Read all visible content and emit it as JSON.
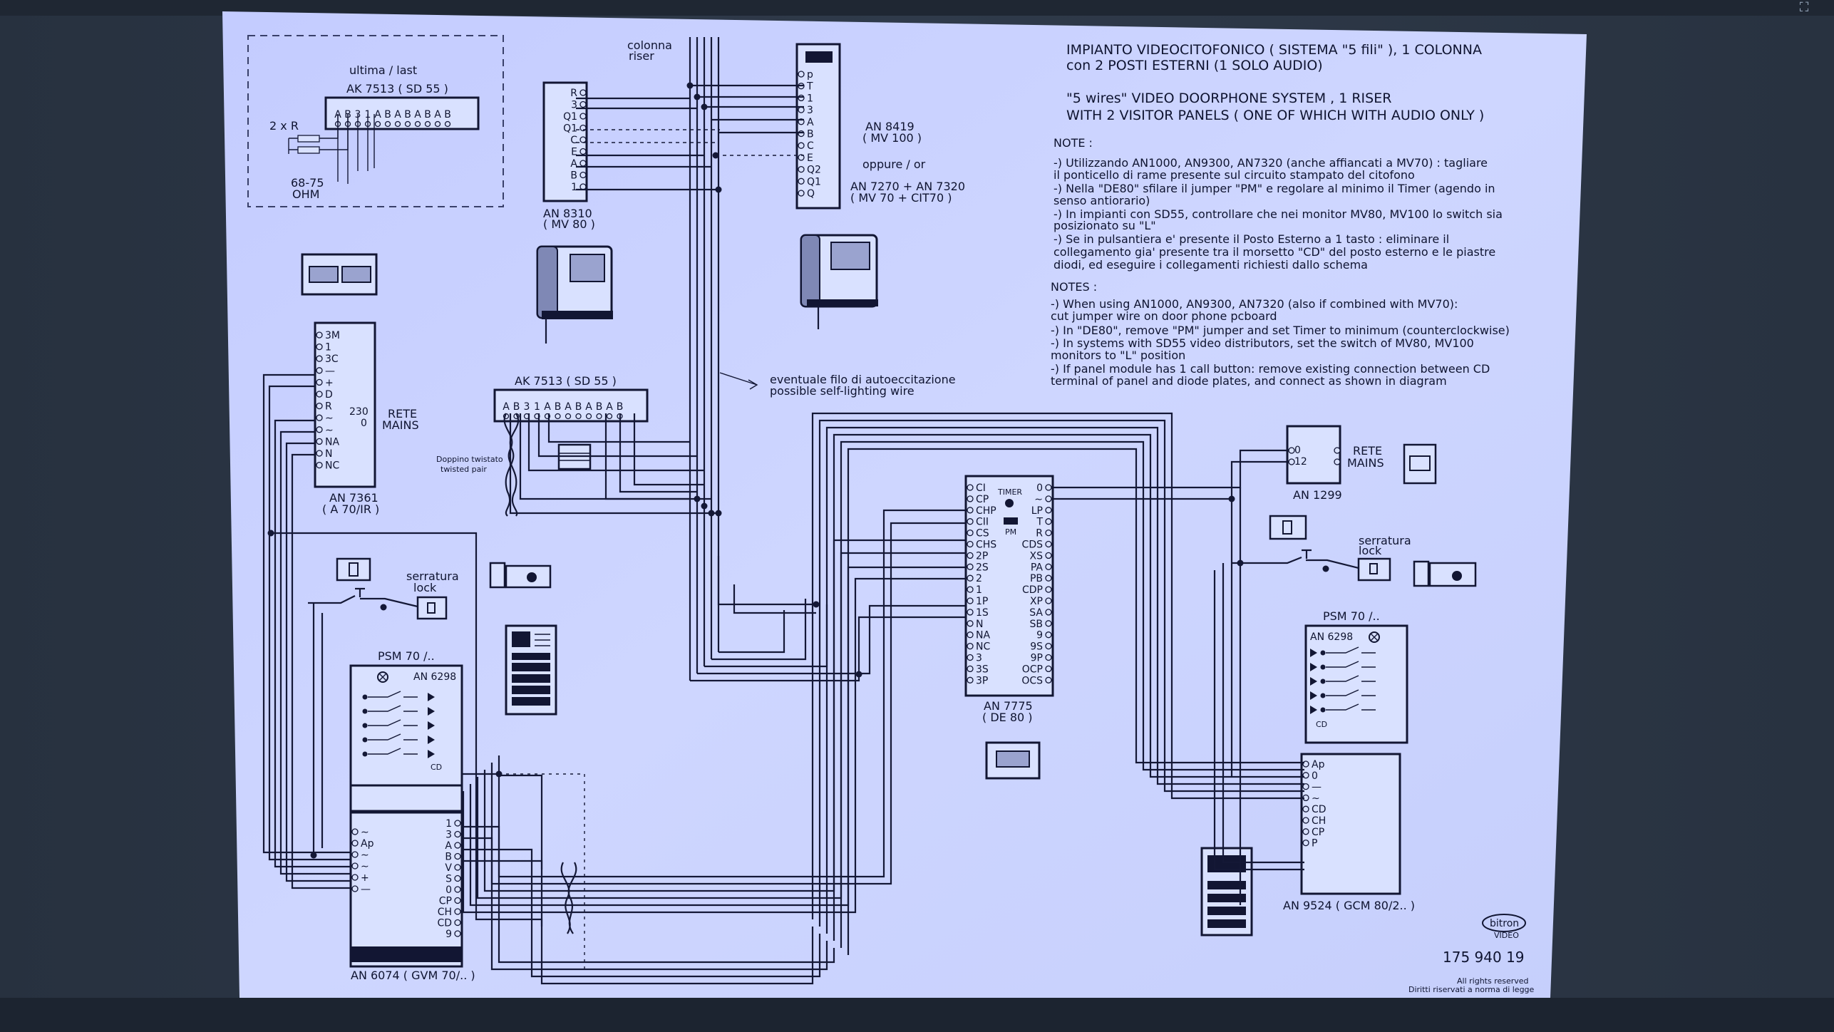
{
  "colors": {
    "paper": "#c9d2ff",
    "ink": "#141836",
    "background": "#2b3645"
  },
  "ui": {
    "fullscreen_icon": "expand-icon"
  },
  "title": {
    "it_line1": "IMPIANTO VIDEOCITOFONICO  ( SISTEMA  \"5 fili\" ),   1  COLONNA",
    "it_line2": "con  2  POSTI ESTERNI  (1 SOLO AUDIO)",
    "en_line1": "\"5 wires\"  VIDEO DOORPHONE SYSTEM ,   1   RISER",
    "en_line2": "WITH  2   VISITOR PANELS   ( ONE OF WHICH  WITH  AUDIO ONLY )"
  },
  "notes_it": {
    "heading": "NOTE :",
    "lines": [
      "-) Utilizzando AN1000, AN9300, AN7320 (anche affiancati a MV70) :  tagliare",
      "il ponticello di rame presente sul circuito stampato del citofono",
      "-) Nella  \"DE80\"  sfilare il jumper \"PM\" e regolare al minimo il Timer (agendo in",
      "senso antiorario)",
      "-) In impianti  con  SD55,  controllare che nei monitor MV80, MV100  lo switch sia",
      "posizionato su \"L\"",
      "-) Se in pulsantiera e' presente il Posto Esterno a 1 tasto :  eliminare il",
      "collegamento gia' presente tra il morsetto \"CD\" del posto esterno  e le piastre",
      "diodi,   ed eseguire i collegamenti richiesti dallo schema"
    ]
  },
  "notes_en": {
    "heading": "NOTES :",
    "lines": [
      "-) When using AN1000, AN9300, AN7320 (also if combined with MV70):",
      "cut jumper wire on door phone pcboard",
      "-) In  \"DE80\", remove \"PM\" jumper and set Timer to minimum (counterclockwise)",
      "-) In systems with SD55 video distributors,  set the switch of MV80, MV100",
      "monitors to \"L\" position",
      "-) If panel module  has 1 call button: remove existing connection between CD",
      "terminal of panel and diode plates, and connect as shown in diagram"
    ]
  },
  "labels": {
    "last": "ultima / last",
    "sd55_top": "AK 7513    ( SD 55 )",
    "resistors": "2 x R",
    "ohm_value": "68-75",
    "ohm_unit": "OHM",
    "riser_it": "colonna",
    "riser_en": "riser",
    "an8310": "AN 8310",
    "mv80": "( MV 80 )",
    "an8419": "AN 8419",
    "mv100": "( MV 100 )",
    "oppure": "oppure  /  or",
    "an7270": "AN 7270  +  AN 7320",
    "mv70": "( MV 70  +  CIT70 )",
    "self_light_it": "eventuale filo di autoeccitazione",
    "self_light_en": "possible self-lighting wire",
    "sd55_mid": "AK 7513    ( SD 55 )",
    "twisted_it": "Doppino twistato",
    "twisted_en": "twisted pair",
    "an7361": "AN 7361",
    "a70ir": "( A 70/IR )",
    "mains_230": "230",
    "mains_0": "0",
    "rete": "RETE",
    "mains": "MAINS",
    "lock_it": "serratura",
    "lock_en": "lock",
    "psm_left": "PSM 70 /..",
    "an6298_left": "AN 6298",
    "cd_left": "CD",
    "an6074": "AN 6074   ( GVM 70/.. )",
    "an7775": "AN 7775",
    "de80": "( DE 80 )",
    "timer": "TIMER",
    "pm": "PM",
    "rete_r": "RETE",
    "mains_r": "MAINS",
    "an1299": "AN 1299",
    "t1299_0": "0",
    "t1299_12": "12",
    "lock_it_r": "serratura",
    "lock_en_r": "lock",
    "psm_right": "PSM 70 /..",
    "an6298_right": "AN 6298",
    "cd_right": "CD",
    "an9524": "AN 9524    ( GCM 80/2.. )",
    "logo": "bitron",
    "logo_sub": "VIDEO",
    "code": "175 940 19",
    "rights1": "All rights reserved",
    "rights2": "Diritti riservati a norma di legge"
  },
  "terminals": {
    "sd55_top": [
      "A",
      "B",
      "3",
      "1",
      "A",
      "B",
      "A",
      "B",
      "A",
      "B",
      "A",
      "B"
    ],
    "an8310": [
      "R",
      "3",
      "Q1",
      "Q1",
      "C",
      "E",
      "A",
      "B",
      "1"
    ],
    "an8419": [
      "p",
      "T",
      "1",
      "3",
      "A",
      "B",
      "C",
      "E",
      "Q2",
      "Q1",
      "Q"
    ],
    "sd55_mid": [
      "A",
      "B",
      "3",
      "1",
      "A",
      "B",
      "A",
      "B",
      "A",
      "B",
      "A",
      "B"
    ],
    "an7361": [
      "3M",
      "1",
      "3C",
      "—",
      "+",
      "D",
      "R",
      "∼",
      "∼",
      "NA",
      "N",
      "NC"
    ],
    "de80_left": [
      "CI",
      "CP",
      "CHP",
      "CII",
      "CS",
      "CHS",
      "2P",
      "2S",
      "2",
      "1",
      "1P",
      "1S",
      "N",
      "NA",
      "NC",
      "3",
      "3S",
      "3P"
    ],
    "de80_right": [
      "0",
      "∼",
      "LP",
      "T",
      "R",
      "CDS",
      "XS",
      "PA",
      "PB",
      "CDP",
      "XP",
      "SA",
      "SB",
      "9",
      "9S",
      "9P",
      "OCP",
      "OCS"
    ],
    "an6074_left": [
      "∼",
      "Ap",
      "∼",
      "∼",
      "+",
      "—"
    ],
    "an6074_right": [
      "1",
      "3",
      "A",
      "B",
      "V",
      "S",
      "0",
      "CP",
      "CH",
      "CD",
      "9"
    ],
    "an9524": [
      "Ap",
      "0",
      "—",
      "∼",
      "CD",
      "CH",
      "CP",
      "P"
    ]
  }
}
